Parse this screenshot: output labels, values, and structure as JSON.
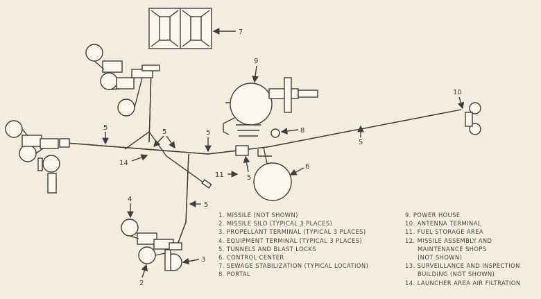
{
  "callouts": {
    "c7": "7",
    "c9": "9",
    "c10": "10",
    "c8": "8",
    "c6": "6",
    "c11": "11",
    "c14": "14",
    "c4": "4",
    "c3": "3",
    "c2": "2",
    "c5": "5"
  },
  "legend_left": [
    "1. MISSILE (NOT SHOWN)",
    "2. MISSILE SILO (TYPICAL 3 PLACES)",
    "3. PROPELLANT TERMINAL (TYPICAL 3 PLACES)",
    "4. EQUIPMENT TERMINAL (TYPICAL 3 PLACES)",
    "5. TUNNELS AND BLAST LOCKS",
    "6. CONTROL CENTER",
    "7. SEWAGE STABILIZATION (TYPICAL LOCATION)",
    "8. PORTAL"
  ],
  "legend_right": [
    "9. POWER HOUSE",
    "10. ANTENNA TERMINAL",
    "11. FUEL STORAGE AREA",
    "12. MISSILE ASSEMBLY AND",
    "MAINTENANCE SHOPS",
    "(NOT SHOWN)",
    "13. SURVEILLANCE AND INSPECTION",
    "BUILDING (NOT SHOWN)",
    "14. LAUNCHER AREA AIR FILTRATION"
  ]
}
